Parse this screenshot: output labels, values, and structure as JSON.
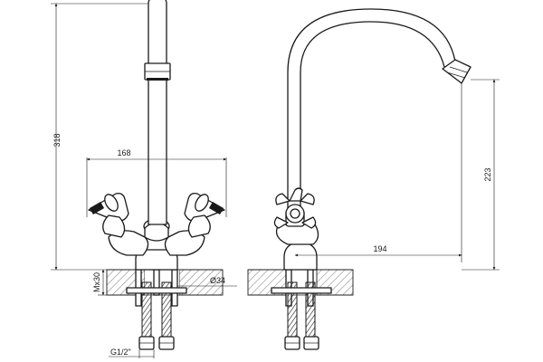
{
  "dimensions": {
    "height_total": "318",
    "handle_span": "168",
    "mount_thread": "Mx30",
    "mount_diameter": "Ø34",
    "hose_thread": "G1/2\"",
    "spout_height": "223",
    "spout_reach": "194"
  }
}
